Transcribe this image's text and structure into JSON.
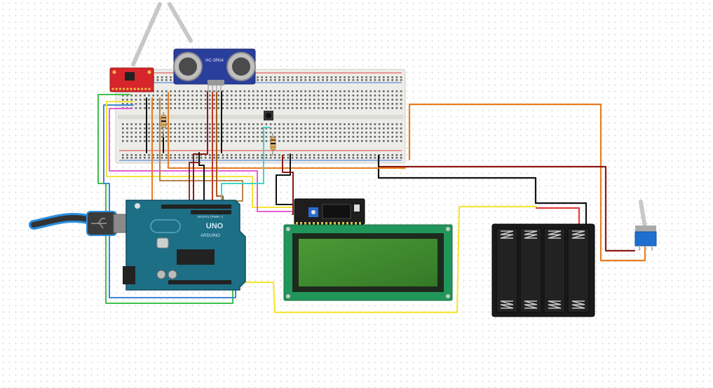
{
  "sensor": {
    "model": "HC-SR04"
  },
  "arduino": {
    "brand": "ARDUINO",
    "model": "UNO",
    "header_label": "DIGITAL (PWM ~)"
  },
  "lcd": {
    "backlight_color": "#3d8a2e"
  },
  "colors": {
    "breadboard": "#e8e8e4",
    "rail_red": "#d33",
    "rail_blue": "#2e6fd0",
    "wire_red": "#c0392b",
    "wire_dark_red": "#8b1a12",
    "wire_orange": "#e67e22",
    "wire_yellow": "#f4e23a",
    "wire_green": "#3fbf4f",
    "wire_blue": "#3f86d6",
    "wire_magenta": "#e45fd6",
    "wire_black": "#111111",
    "wire_teal": "#3fd6c4",
    "wire_brown": "#a65b1a",
    "arduino_body": "#1d6f86",
    "lcd_pcb": "#21965a",
    "battery_body": "#1a1a1a"
  }
}
